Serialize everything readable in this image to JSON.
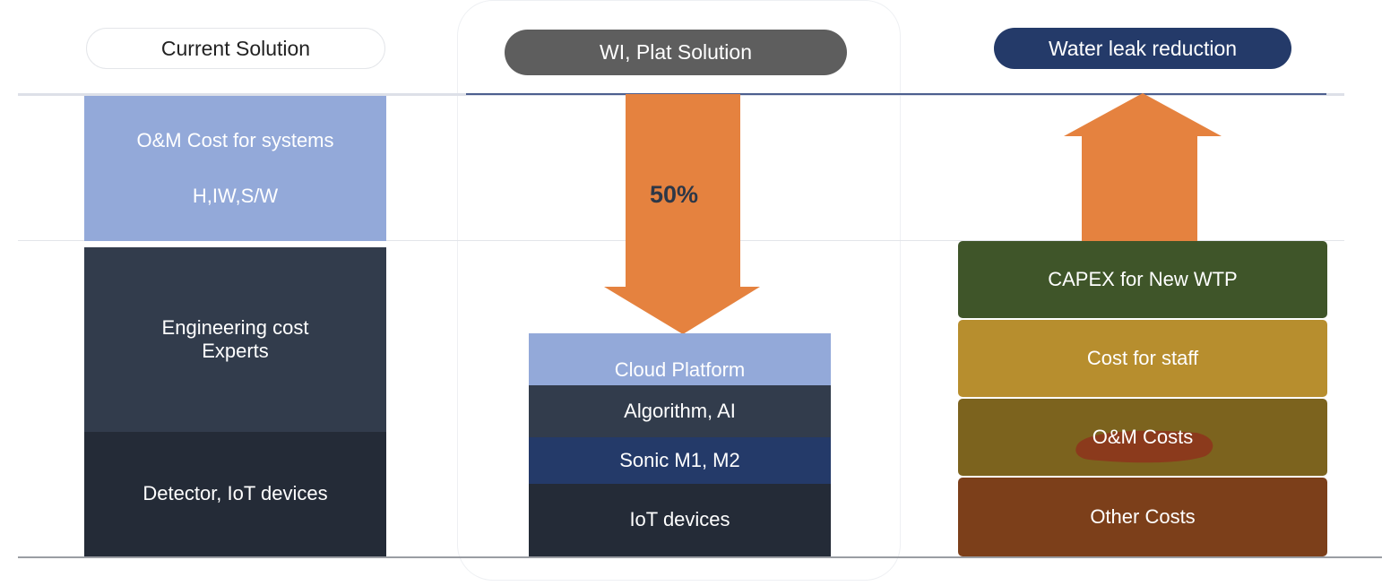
{
  "headers": {
    "current": "Current Solution",
    "platform": "WI, Plat Solution",
    "leak": "Water leak reduction"
  },
  "current_stack": {
    "om_line1": "O&M Cost for systems",
    "om_line2": "H,IW,S/W",
    "engineering_line1": "Engineering cost",
    "engineering_line2": "Experts",
    "detector": "Detector, IoT devices"
  },
  "arrow_down": {
    "label": "50%"
  },
  "platform_stack": {
    "cloud": "Cloud Platform",
    "algorithm": "Algorithm, AI",
    "sonic": "Sonic M1, M2",
    "iot": "IoT devices"
  },
  "leak_stack": {
    "capex": "CAPEX for New WTP",
    "staff": "Cost for staff",
    "om": "O&M Costs",
    "other": "Other Costs"
  },
  "colors": {
    "light_blue": "#93a9d9",
    "slate": "#323c4c",
    "dark_slate": "#242b37",
    "navy": "#243a69",
    "orange": "#e5823f",
    "green": "#3f5529",
    "gold": "#b78e2e",
    "olive": "#7c631e",
    "brown": "#7c3f1a",
    "pill_gray": "#5e5e5e"
  }
}
